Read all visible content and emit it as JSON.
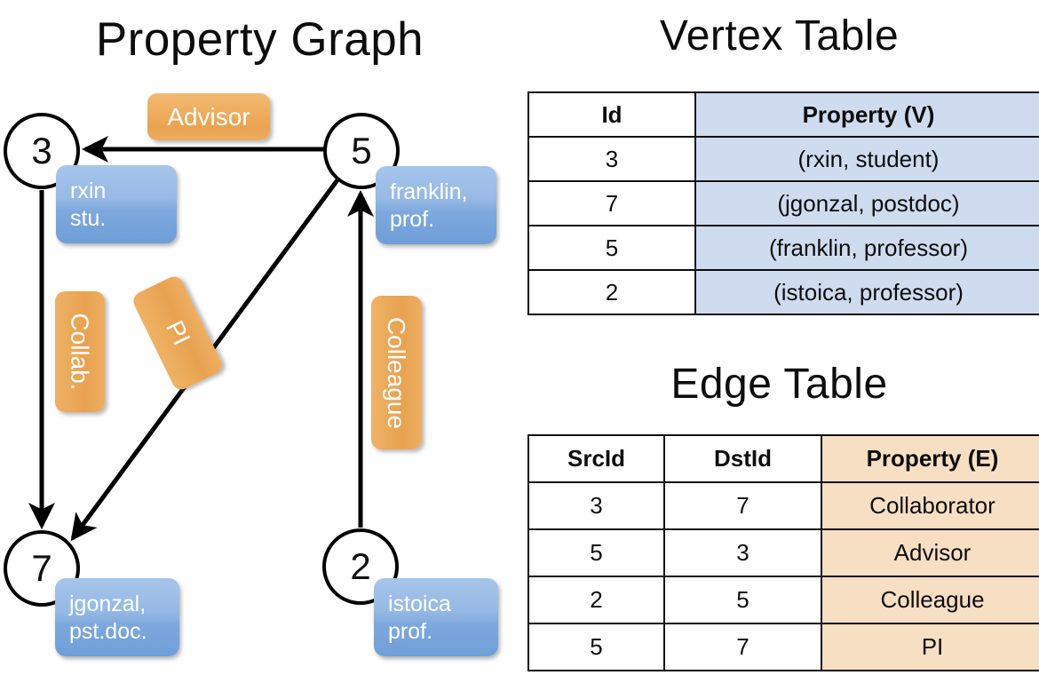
{
  "titles": {
    "property_graph": "Property Graph",
    "vertex_table": "Vertex Table",
    "edge_table": "Edge Table"
  },
  "colors": {
    "vertex_property_fill": "#cfdcef",
    "edge_property_fill": "#f7dfc4",
    "vertex_callout_blue": "#7da8dd",
    "edge_callout_orange": "#e9a350",
    "stroke": "#0d0d0d"
  },
  "graph": {
    "nodes": [
      {
        "id": "3",
        "label": "3",
        "property_line1": "rxin",
        "property_line2": "stu."
      },
      {
        "id": "5",
        "label": "5",
        "property_line1": "franklin,",
        "property_line2": "prof."
      },
      {
        "id": "7",
        "label": "7",
        "property_line1": "jgonzal,",
        "property_line2": "pst.doc."
      },
      {
        "id": "2",
        "label": "2",
        "property_line1": "istoica",
        "property_line2": "prof."
      }
    ],
    "edge_labels": [
      {
        "key": "advisor",
        "text": "Advisor"
      },
      {
        "key": "collab",
        "text": "Collab."
      },
      {
        "key": "pi",
        "text": "PI"
      },
      {
        "key": "colleague",
        "text": "Colleague"
      }
    ]
  },
  "vertex_table": {
    "headers": [
      "Id",
      "Property (V)"
    ],
    "rows": [
      {
        "id": "3",
        "property": "(rxin, student)"
      },
      {
        "id": "7",
        "property": "(jgonzal, postdoc)"
      },
      {
        "id": "5",
        "property": "(franklin, professor)"
      },
      {
        "id": "2",
        "property": "(istoica, professor)"
      }
    ]
  },
  "edge_table": {
    "headers": [
      "SrcId",
      "DstId",
      "Property (E)"
    ],
    "rows": [
      {
        "src": "3",
        "dst": "7",
        "property": "Collaborator"
      },
      {
        "src": "5",
        "dst": "3",
        "property": "Advisor"
      },
      {
        "src": "2",
        "dst": "5",
        "property": "Colleague"
      },
      {
        "src": "5",
        "dst": "7",
        "property": "PI"
      }
    ]
  }
}
